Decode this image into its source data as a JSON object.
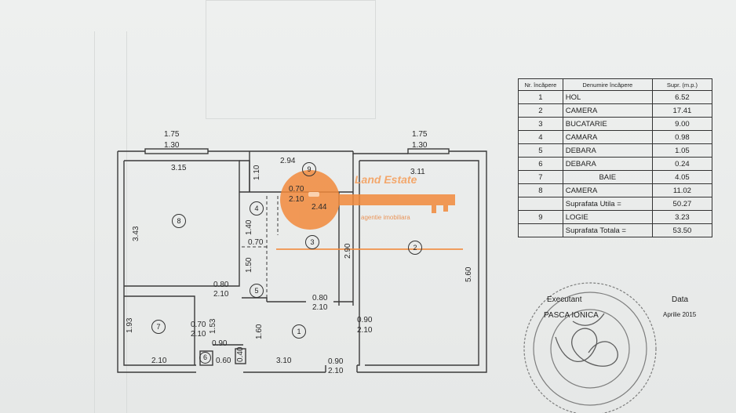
{
  "plan": {
    "dims": {
      "win_left_top": "1.75",
      "win_left_bottom": "1.30",
      "win_right_top": "1.75",
      "win_right_bottom": "1.30",
      "room8_width": "3.15",
      "room8_height": "3.43",
      "hall_top_width": "2.94",
      "hall_top_height": "1.10",
      "bath_door_w": "0.70",
      "bath_door_h": "2.10",
      "bath_len": "2.44",
      "room2_width": "3.11",
      "room2_height": "5.60",
      "closet4_h": "1.40",
      "closet_gap": "0.70",
      "closet5_h": "1.50",
      "room3_height": "2.90",
      "door8_w": "0.80",
      "door8_h": "2.10",
      "door3_w": "0.80",
      "door3_h": "2.10",
      "door2_w": "0.90",
      "door2_h": "2.10",
      "room7_height": "1.93",
      "door7_w": "0.70",
      "door7_h": "2.10",
      "hall_v1": "1.53",
      "hall_v2": "1.60",
      "room7_width": "2.10",
      "door6_w": "0.90",
      "room6_w": "0.60",
      "room6_h": "0.40",
      "hall_bottom_w": "3.10",
      "entry_w": "0.90",
      "entry_h": "2.10"
    },
    "room_numbers": [
      "1",
      "2",
      "3",
      "4",
      "5",
      "6",
      "7",
      "8",
      "9"
    ]
  },
  "watermark": {
    "brand": "Land Estate",
    "tagline": "agentie imobiliara"
  },
  "table": {
    "headers": [
      "Nr. încăpere",
      "Denumire încăpere",
      "Supr. (m.p.)"
    ],
    "rows": [
      {
        "nr": "1",
        "name": "HOL",
        "area": "6.52"
      },
      {
        "nr": "2",
        "name": "CAMERA",
        "area": "17.41"
      },
      {
        "nr": "3",
        "name": "BUCATARIE",
        "area": "9.00"
      },
      {
        "nr": "4",
        "name": "CAMARA",
        "area": "0.98"
      },
      {
        "nr": "5",
        "name": "DEBARA",
        "area": "1.05"
      },
      {
        "nr": "6",
        "name": "DEBARA",
        "area": "0.24"
      },
      {
        "nr": "7",
        "name": "BAIE",
        "area": "4.05"
      },
      {
        "nr": "8",
        "name": "CAMERA",
        "area": "11.02"
      }
    ],
    "util_label": "Suprafata Utila =",
    "util_value": "50.27",
    "loggia": {
      "nr": "9",
      "name": "LOGIE",
      "area": "3.23"
    },
    "total_label": "Suprafata Totala =",
    "total_value": "53.50"
  },
  "footer": {
    "executant_label": "Executant",
    "executant_name": "PASCA IONICA",
    "date_label": "Data",
    "date_value": "Aprilie 2015"
  },
  "colors": {
    "watermark": "#f28a3c",
    "ink": "#333333"
  }
}
